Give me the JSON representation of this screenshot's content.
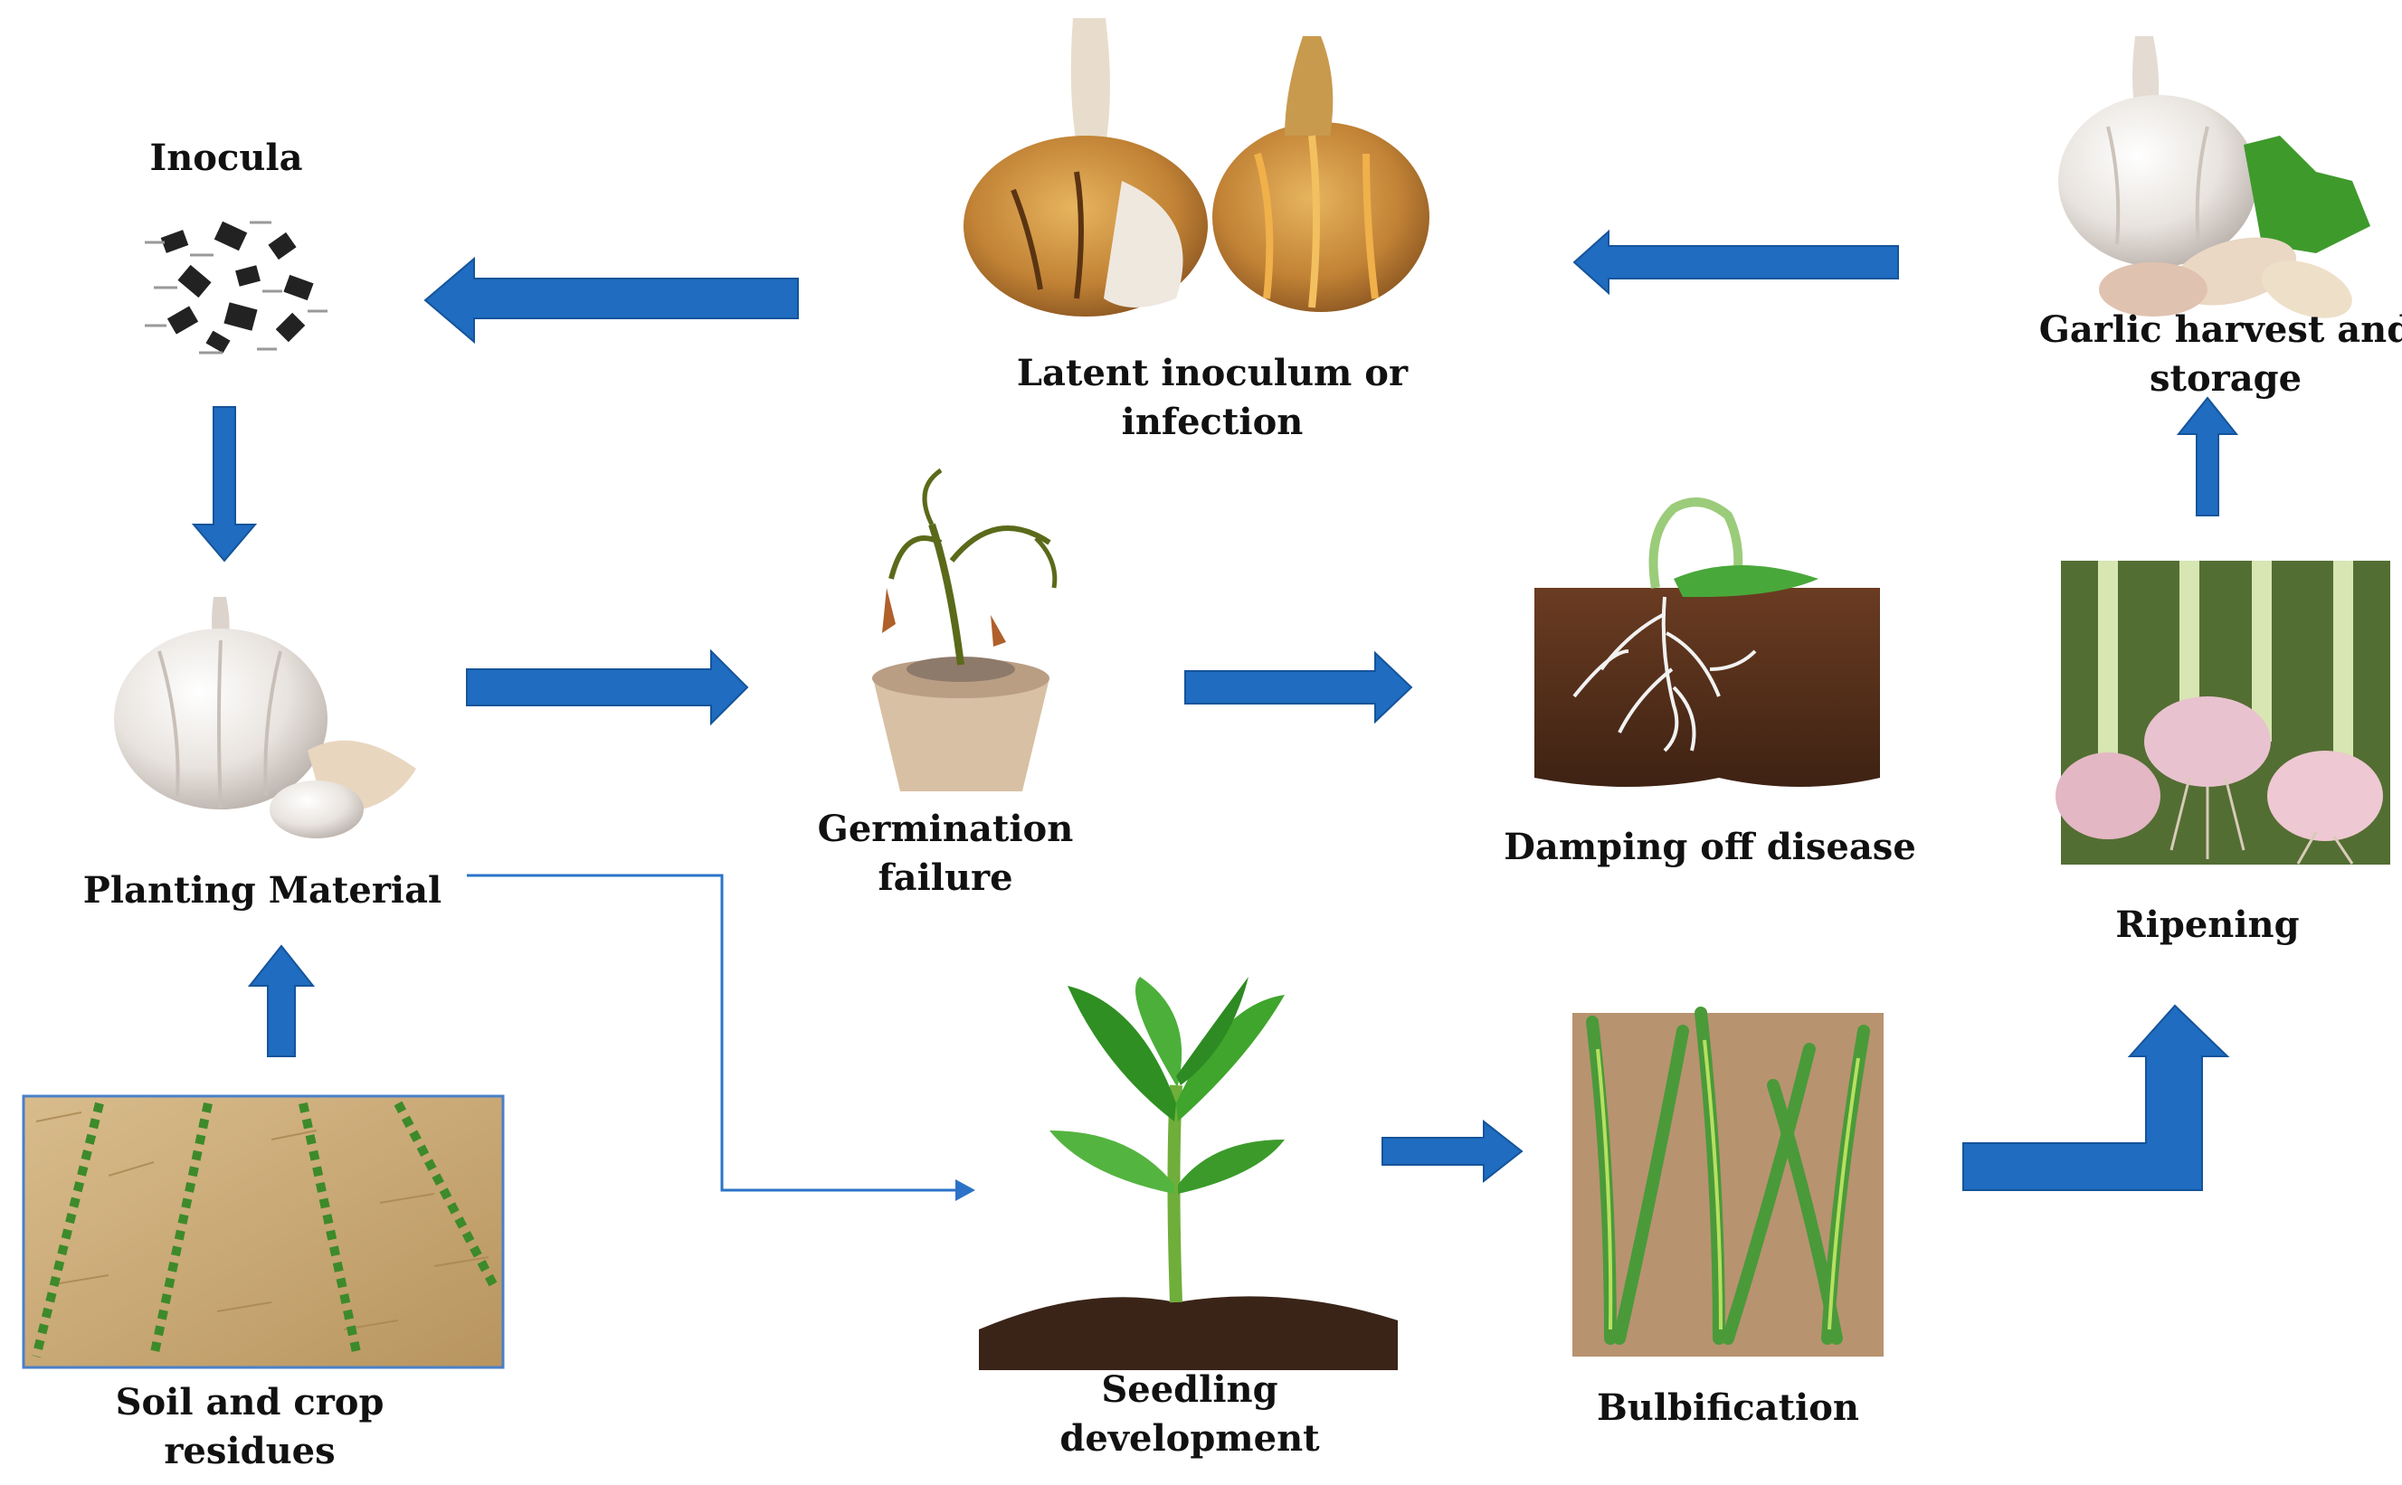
{
  "colors": {
    "arrow": "#1f6cc0",
    "arrow_edge": "#15549a",
    "soil": "#4a2a18",
    "garlic": "#ece8e4",
    "leaf": "#3f9a2c",
    "straw": "#cfb07e"
  },
  "nodes": {
    "inocula": "Inocula",
    "planting_material": "Planting Material",
    "soil_residues": "Soil and crop\nresidues",
    "latent": "Latent inoculum or\ninfection",
    "germination_failure": "Germination\nfailure",
    "damping_off": "Damping off disease",
    "seedling": "Seedling\ndevelopment",
    "bulbification": "Bulbification",
    "ripening": "Ripening",
    "harvest": "Garlic harvest and\nstorage"
  },
  "icons": {
    "inocula": "spore-cluster-icon",
    "planting_material": "garlic-bulb-icon",
    "soil_residues": "field-rows-icon",
    "latent": "rotten-garlic-icon",
    "germination_failure": "wilted-pot-plant-icon",
    "damping_off": "damped-seedling-icon",
    "seedling": "seedling-icon",
    "bulbification": "garlic-leaves-icon",
    "ripening": "ripe-garlic-icon",
    "harvest": "harvested-garlic-icon"
  }
}
